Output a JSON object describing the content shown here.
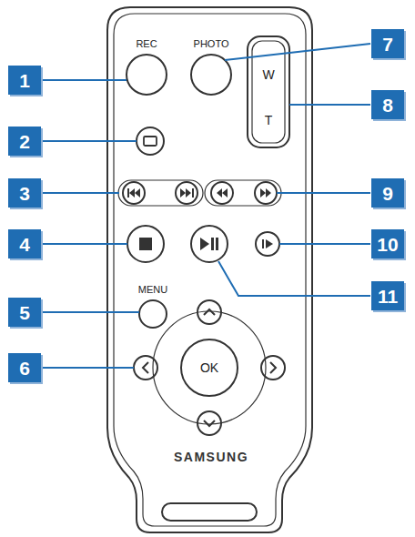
{
  "diagram": {
    "labels": [
      "1",
      "REC",
      "PHOTO",
      "7",
      "W",
      "T",
      "8",
      "2",
      "3",
      "9",
      "4",
      "10",
      "11",
      "MENU",
      "5",
      "6",
      "OK",
      "SAMSUNG"
    ]
  }
}
